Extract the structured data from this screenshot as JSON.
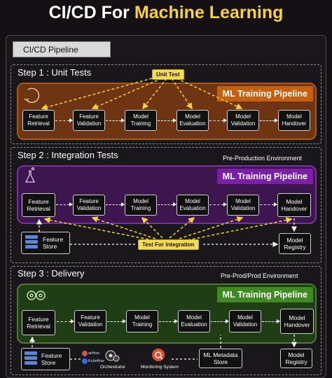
{
  "title": {
    "prefix": "CI/CD For ",
    "highlight": "Machine Learning"
  },
  "pipeline_label": "CI/CD Pipeline",
  "steps": [
    {
      "title": "Step 1 : Unit Tests",
      "environment": ""
    },
    {
      "title": "Step 2 : Integration Tests",
      "environment": "Pre-Production Environment"
    },
    {
      "title": "Step 3 : Delivery",
      "environment": "Pre-Prod/Prod Environment"
    }
  ],
  "ml_pipeline_label": "ML Training Pipeline",
  "nodes": [
    "Feature Retrieval",
    "Feature Validation",
    "Model Training",
    "Model Evaluation",
    "Model Validation",
    "Model Handover"
  ],
  "tags": {
    "unit_test": "Unit Test",
    "integration": "Test For Integration"
  },
  "stores": {
    "feature_store": "Feature Store",
    "model_registry": "Model Registry",
    "metadata_store": "ML Metadata Store"
  },
  "bottom": {
    "orchestrator": "Orchestrator",
    "monitoring": "Monitoring System",
    "airflow": "airflow",
    "kubeflow": "Kubeflow"
  },
  "colors": {
    "title_highlight": "#f6d33a",
    "step1": "#6f3512",
    "step2": "#3d164f",
    "step3": "#1f3e16",
    "tag": "#f7dc52"
  }
}
